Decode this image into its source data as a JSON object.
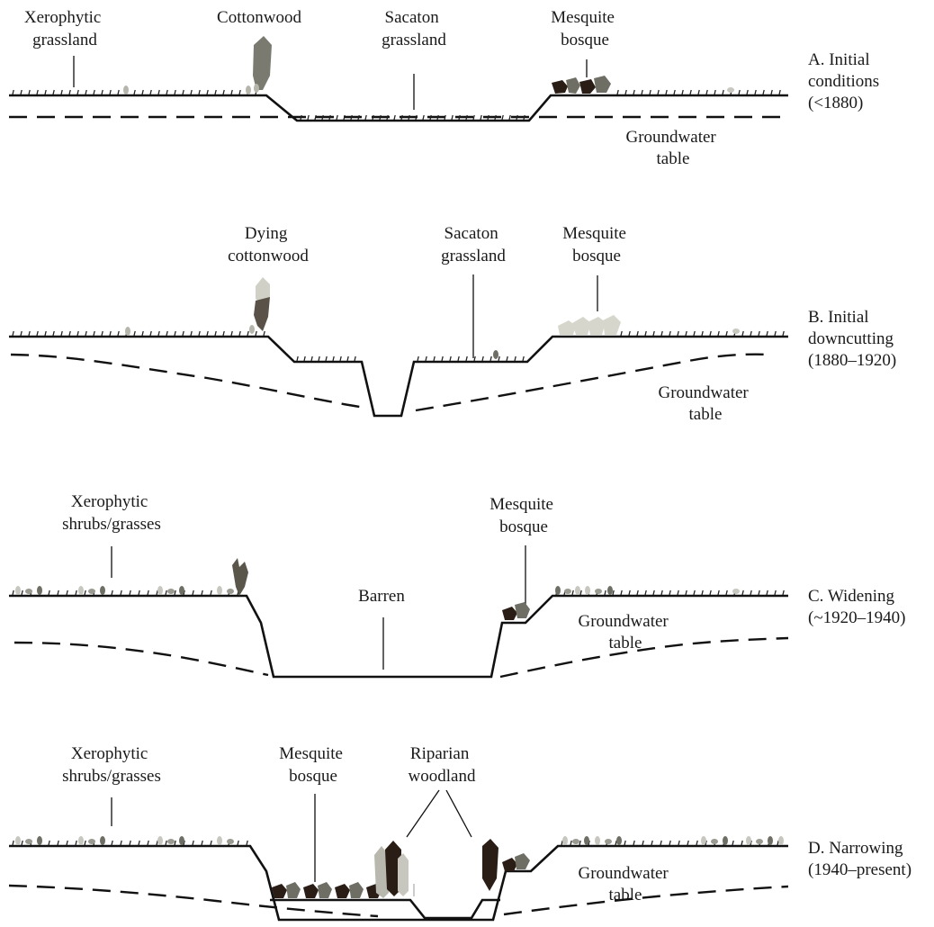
{
  "panels": [
    {
      "title": [
        "A. Initial",
        "conditions",
        "(<1880)"
      ],
      "labels": {
        "xerophytic": [
          "Xerophytic",
          "grassland"
        ],
        "cottonwood": [
          "Cottonwood"
        ],
        "sacaton": [
          "Sacaton",
          "grassland"
        ],
        "mesquite": [
          "Mesquite",
          "bosque"
        ],
        "groundwater": [
          "Groundwater",
          "table"
        ]
      }
    },
    {
      "title": [
        "B. Initial",
        "downcutting",
        "(1880–1920)"
      ],
      "labels": {
        "dying_cottonwood": [
          "Dying",
          "cottonwood"
        ],
        "sacaton": [
          "Sacaton",
          "grassland"
        ],
        "mesquite": [
          "Mesquite",
          "bosque"
        ],
        "groundwater": [
          "Groundwater",
          "table"
        ]
      }
    },
    {
      "title": [
        "C. Widening",
        "(~1920–1940)"
      ],
      "labels": {
        "xerophytic": [
          "Xerophytic",
          "shrubs/grasses"
        ],
        "barren": [
          "Barren"
        ],
        "mesquite": [
          "Mesquite",
          "bosque"
        ],
        "groundwater": [
          "Groundwater",
          "table"
        ]
      }
    },
    {
      "title": [
        "D. Narrowing",
        "(1940–present)"
      ],
      "labels": {
        "xerophytic": [
          "Xerophytic",
          "shrubs/grasses"
        ],
        "mesquite": [
          "Mesquite",
          "bosque"
        ],
        "riparian": [
          "Riparian",
          "woodland"
        ],
        "groundwater": [
          "Groundwater",
          "table"
        ]
      }
    }
  ],
  "colors": {
    "dark_tree": "#2a1d16",
    "mid_tree": "#6e6e64",
    "light_tree": "#c7c7bf",
    "pale_tree": "#d6d6cc"
  }
}
